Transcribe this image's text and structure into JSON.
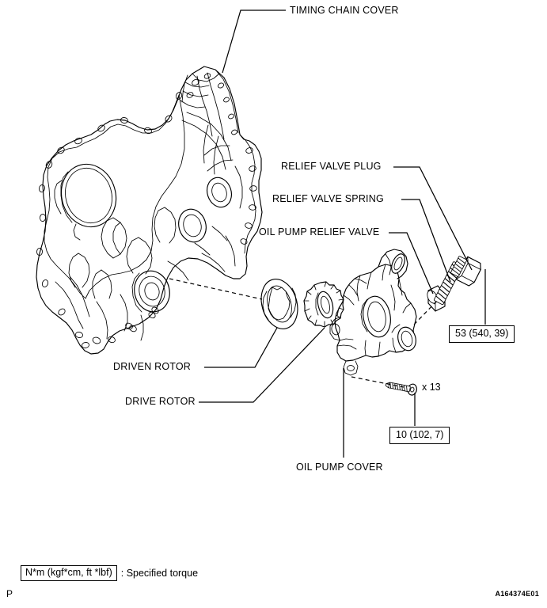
{
  "figure": {
    "code": "A164374E01",
    "page_mark": "P"
  },
  "legend": {
    "box_text": "N*m (kgf*cm, ft *lbf)",
    "description": ": Specified torque"
  },
  "callouts": [
    {
      "id": "timing-chain-cover",
      "label": "TIMING CHAIN COVER"
    },
    {
      "id": "relief-valve-plug",
      "label": "RELIEF VALVE PLUG"
    },
    {
      "id": "relief-valve-spring",
      "label": "RELIEF VALVE SPRING"
    },
    {
      "id": "oil-pump-relief-valve",
      "label": "OIL PUMP RELIEF VALVE"
    },
    {
      "id": "driven-rotor",
      "label": "DRIVEN ROTOR"
    },
    {
      "id": "drive-rotor",
      "label": "DRIVE ROTOR"
    },
    {
      "id": "oil-pump-cover",
      "label": "OIL PUMP COVER"
    }
  ],
  "torque_specs": [
    {
      "id": "plug-torque",
      "value": "53 (540, 39)"
    },
    {
      "id": "bolt-torque",
      "value": "10 (102, 7)"
    }
  ],
  "quantities": [
    {
      "id": "bolt-quantity",
      "value": "x 13"
    }
  ],
  "colors": {
    "line": "#000000",
    "background": "#ffffff",
    "fill_light": "#ffffff",
    "fill_shade": "#e8e8e8"
  }
}
